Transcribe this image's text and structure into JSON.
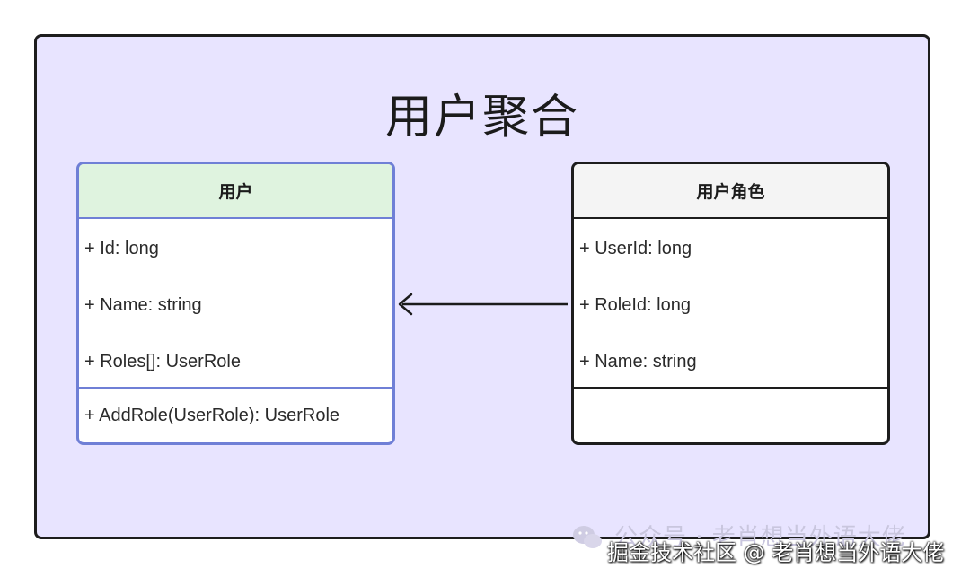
{
  "aggregate": {
    "title": "用户聚合"
  },
  "classes": {
    "user": {
      "name": "用户",
      "attributes": [
        "+ Id: long",
        "+ Name: string",
        "+ Roles[]: UserRole"
      ],
      "methods": [
        "+ AddRole(UserRole): UserRole"
      ]
    },
    "user_role": {
      "name": "用户角色",
      "attributes": [
        "+ UserId: long",
        "+ RoleId: long",
        "+ Name: string"
      ],
      "methods": []
    }
  },
  "watermark": {
    "line1": "公众号 · 老肖想当外语大佬",
    "line2": "掘金技术社区 @ 老肖想当外语大佬",
    "icon": "wechat-icon"
  },
  "colors": {
    "aggregate_bg": "#e8e4ff",
    "user_header_bg": "#dff3df",
    "user_border": "#6f7fd6",
    "user_role_header_bg": "#f4f4f4",
    "user_role_border": "#1d1d1d"
  }
}
